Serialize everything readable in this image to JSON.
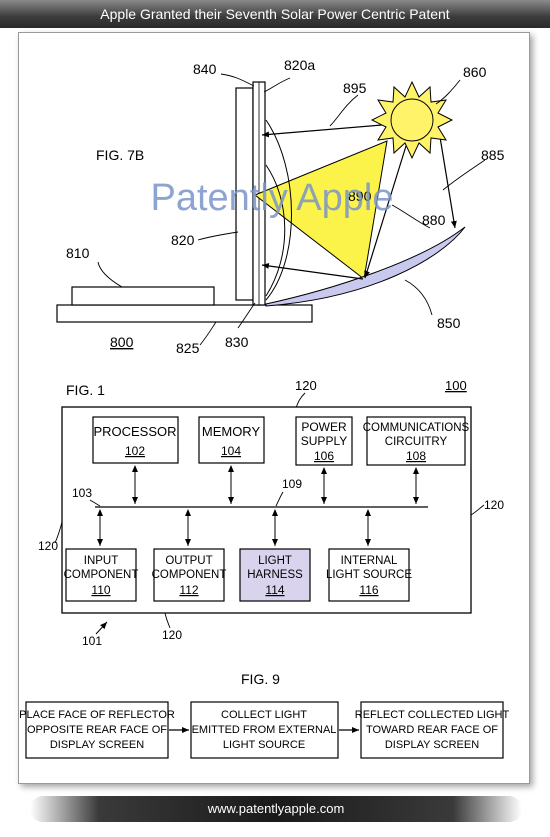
{
  "header": {
    "title": "Apple Granted their Seventh Solar Power Centric Patent"
  },
  "footer": {
    "url": "www.patentlyapple.com"
  },
  "watermark": "Patently Apple",
  "fig7b": {
    "title": "FIG. 7B",
    "labels": {
      "l840": "840",
      "l820a": "820a",
      "l860": "860",
      "l895": "895",
      "l885": "885",
      "l890": "890",
      "l880": "880",
      "l810": "810",
      "l820": "820",
      "l850": "850",
      "l800": "800",
      "l825": "825",
      "l830": "830"
    }
  },
  "fig1": {
    "title": "FIG. 1",
    "ref_100": "100",
    "ref_120_top": "120",
    "ref_120_left": "120",
    "ref_120_right": "120",
    "ref_120_bottom": "120",
    "ref_103": "103",
    "ref_109": "109",
    "ref_101": "101",
    "boxes": [
      {
        "line1": "PROCESSOR",
        "line2": "",
        "ref": "102"
      },
      {
        "line1": "MEMORY",
        "line2": "",
        "ref": "104"
      },
      {
        "line1": "POWER",
        "line2": "SUPPLY",
        "ref": "106"
      },
      {
        "line1": "COMMUNICATIONS",
        "line2": "CIRCUITRY",
        "ref": "108"
      },
      {
        "line1": "INPUT",
        "line2": "COMPONENT",
        "ref": "110"
      },
      {
        "line1": "OUTPUT",
        "line2": "COMPONENT",
        "ref": "112"
      },
      {
        "line1": "LIGHT",
        "line2": "HARNESS",
        "ref": "114"
      },
      {
        "line1": "INTERNAL",
        "line2": "LIGHT SOURCE",
        "ref": "116"
      }
    ],
    "highlight_color": "#d9d3ee"
  },
  "fig9": {
    "title": "FIG. 9",
    "steps": [
      {
        "line1": "PLACE FACE OF REFLECTOR",
        "line2": "OPPOSITE  REAR FACE OF",
        "line3": "DISPLAY SCREEN"
      },
      {
        "line1": "COLLECT LIGHT",
        "line2": "EMITTED FROM EXTERNAL",
        "line3": "LIGHT SOURCE"
      },
      {
        "line1": "REFLECT COLLECTED LIGHT",
        "line2": "TOWARD REAR FACE OF",
        "line3": "DISPLAY SCREEN"
      }
    ]
  },
  "colors": {
    "sun": "#fff36a",
    "light_beam": "#fbf34a",
    "reflector": "#c9c8ee",
    "watermark": "#7b95c8"
  }
}
